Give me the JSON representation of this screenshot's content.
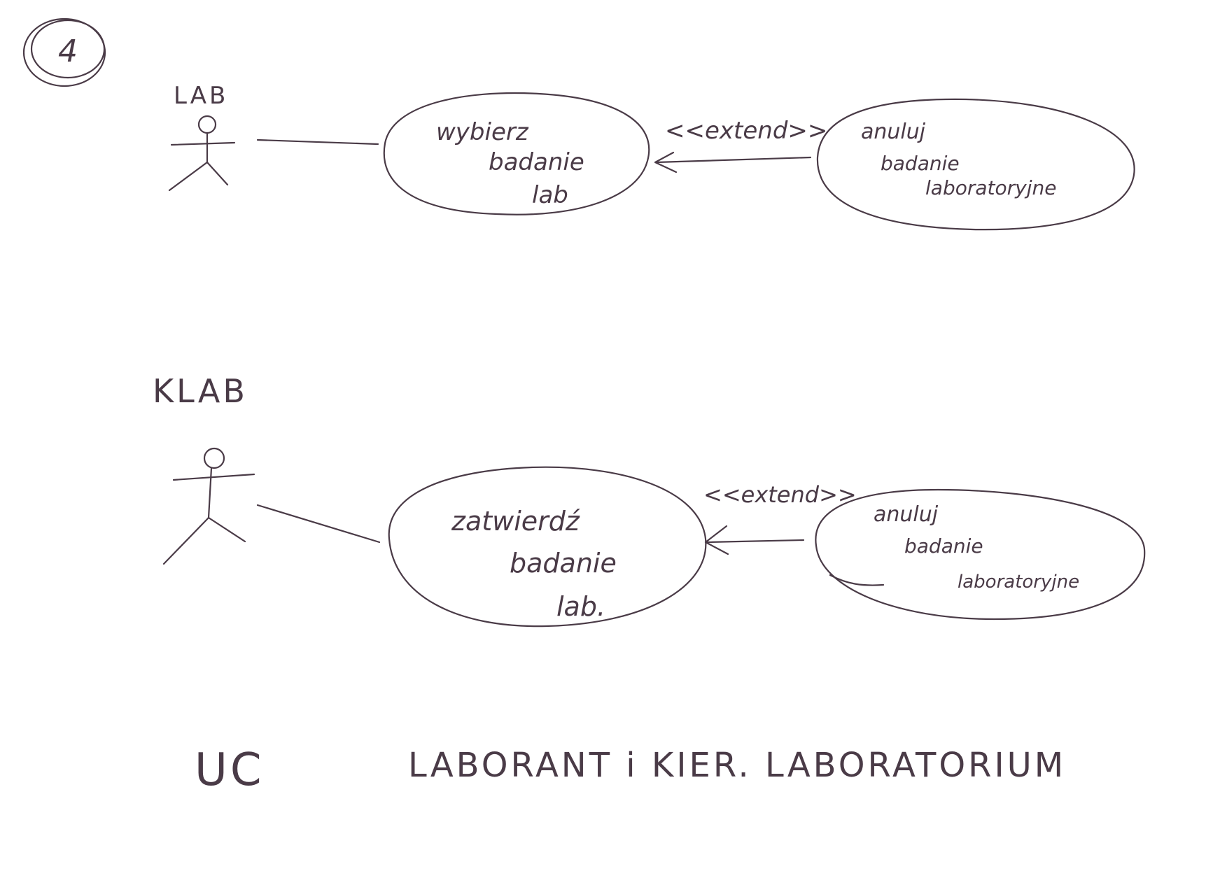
{
  "page_number": "4",
  "diagram_1": {
    "actor": "LAB",
    "use_case": [
      "wybierz",
      "badanie",
      "lab"
    ],
    "relation": "<<extend>>",
    "extension": [
      "anuluj",
      "badanie",
      "laboratoryjne"
    ]
  },
  "diagram_2": {
    "actor": "KLAB",
    "use_case": [
      "zatwierdź",
      "badanie",
      "lab."
    ],
    "relation": "<<extend>>",
    "extension": [
      "anuluj",
      "badanie",
      "laboratoryjne"
    ]
  },
  "footer": {
    "prefix": "UC",
    "title": "LABORANT i KIER. LABORATORIUM"
  }
}
